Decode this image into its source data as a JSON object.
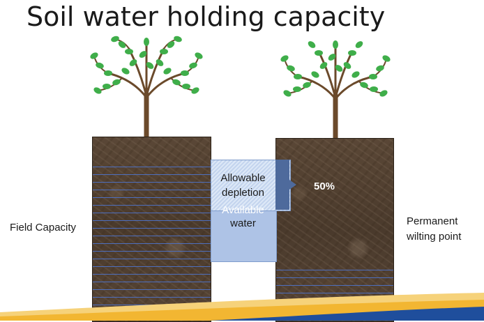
{
  "slide": {
    "title": "Soil water holding capacity"
  },
  "labels": {
    "field_capacity": "Field Capacity",
    "permanent_wilting_point_line1": "Permanent",
    "permanent_wilting_point_line2": "wilting point",
    "allowable_depletion_line1": "Allowable",
    "allowable_depletion_line2": "depletion",
    "available_water_line1": "Available",
    "available_water_line2": "water",
    "depletion_percent": "50%"
  },
  "colors": {
    "water_blue": "#aec3e6",
    "water_line": "#4d6fc0",
    "bracket": "#4e6a9c",
    "soil": "#4a3a2c",
    "leaf_green": "#3fae4a",
    "trunk": "#6b4a2b",
    "footer_gold": "#f2b632",
    "footer_blue": "#1f4e9c"
  }
}
